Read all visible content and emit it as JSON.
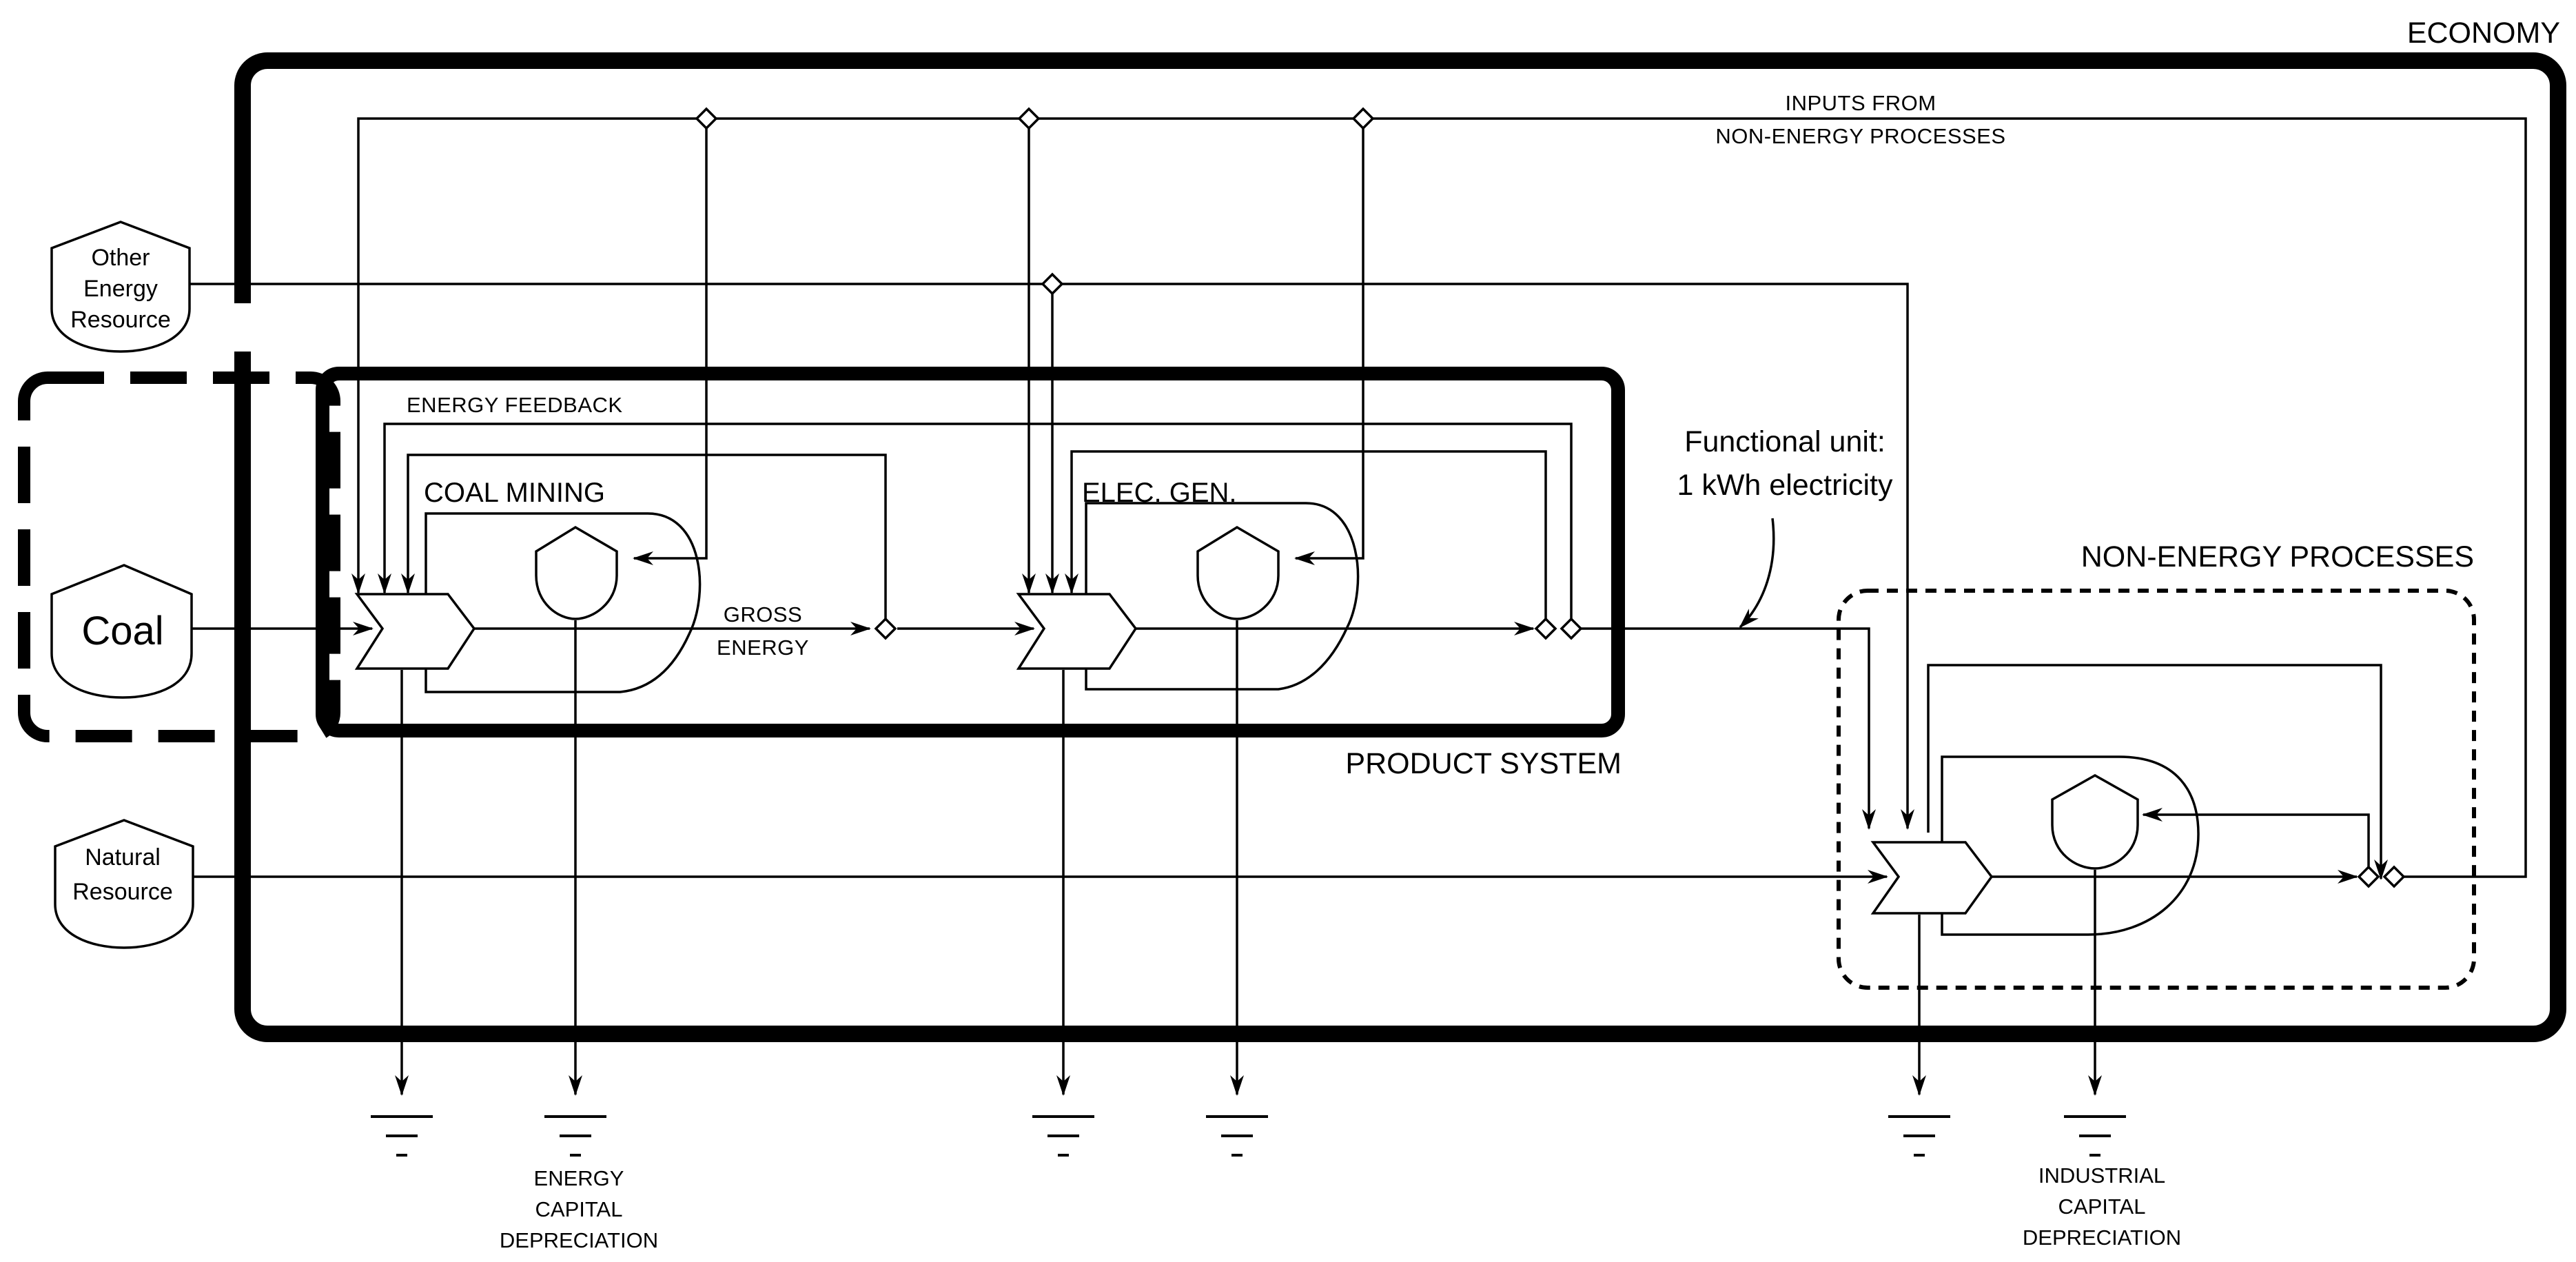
{
  "labels": {
    "economy": "ECONOMY",
    "inputs_line1": "INPUTS FROM",
    "inputs_line2": "NON-ENERGY PROCESSES",
    "energy_feedback": "ENERGY FEEDBACK",
    "coal_mining": "COAL MINING",
    "elec_gen": "ELEC. GEN.",
    "gross_line1": "GROSS",
    "gross_line2": "ENERGY",
    "product_system": "PRODUCT SYSTEM",
    "functional_line1": "Functional unit:",
    "functional_line2": "1 kWh electricity",
    "non_energy_processes": "NON-ENERGY PROCESSES",
    "energy_dep_line1": "ENERGY",
    "energy_dep_line2": "CAPITAL",
    "energy_dep_line3": "DEPRECIATION",
    "industrial_dep_line1": "INDUSTRIAL",
    "industrial_dep_line2": "CAPITAL",
    "industrial_dep_line3": "DEPRECIATION"
  },
  "resources": {
    "other_line1": "Other",
    "other_line2": "Energy",
    "other_line3": "Resource",
    "coal": "Coal",
    "natural_line1": "Natural",
    "natural_line2": "Resource"
  }
}
